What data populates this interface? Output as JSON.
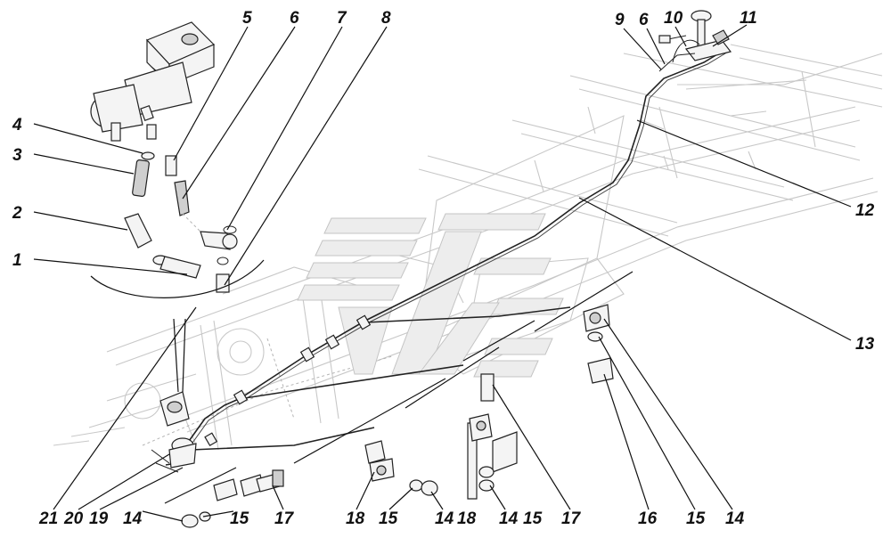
{
  "callouts": [
    {
      "id": "c1",
      "text": "1"
    },
    {
      "id": "c2",
      "text": "2"
    },
    {
      "id": "c3",
      "text": "3"
    },
    {
      "id": "c4",
      "text": "4"
    },
    {
      "id": "c5",
      "text": "5"
    },
    {
      "id": "c6a",
      "text": "6"
    },
    {
      "id": "c7",
      "text": "7"
    },
    {
      "id": "c8",
      "text": "8"
    },
    {
      "id": "c9",
      "text": "9"
    },
    {
      "id": "c6b",
      "text": "6"
    },
    {
      "id": "c10",
      "text": "10"
    },
    {
      "id": "c11",
      "text": "11"
    },
    {
      "id": "c12",
      "text": "12"
    },
    {
      "id": "c13",
      "text": "13"
    },
    {
      "id": "c21",
      "text": "21"
    },
    {
      "id": "c20",
      "text": "20"
    },
    {
      "id": "c19",
      "text": "19"
    },
    {
      "id": "c14a",
      "text": "14"
    },
    {
      "id": "c15a",
      "text": "15"
    },
    {
      "id": "c17a",
      "text": "17"
    },
    {
      "id": "c18a",
      "text": "18"
    },
    {
      "id": "c15b",
      "text": "15"
    },
    {
      "id": "c14b",
      "text": "14"
    },
    {
      "id": "c18b",
      "text": "18"
    },
    {
      "id": "c14c",
      "text": "14"
    },
    {
      "id": "c15c",
      "text": "15"
    },
    {
      "id": "c17b",
      "text": "17"
    },
    {
      "id": "c16",
      "text": "16"
    },
    {
      "id": "c15d",
      "text": "15"
    },
    {
      "id": "c14d",
      "text": "14"
    }
  ]
}
